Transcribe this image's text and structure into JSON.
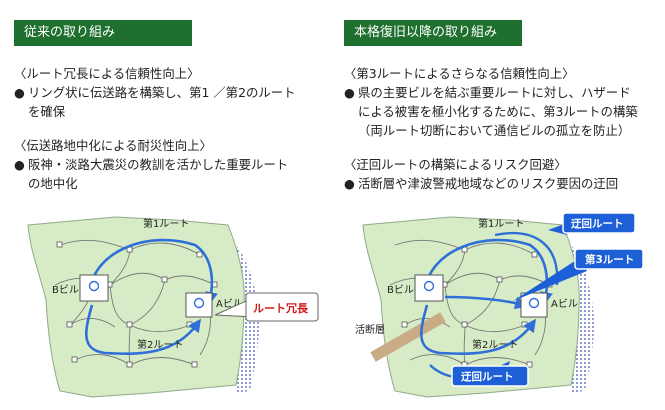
{
  "left": {
    "header": "従来の取り組み",
    "sections": [
      {
        "title": "〈ルート冗長による信頼性向上〉",
        "bullets": [
          [
            "リング状に伝送路を構築し、第1 ／第2のルート",
            "を確保"
          ]
        ]
      },
      {
        "title": "〈伝送路地中化による耐災性向上〉",
        "bullets": [
          [
            "阪神・淡路大震災の教訓を活かした重要ルート",
            "の地中化"
          ]
        ]
      }
    ],
    "diagram": {
      "route1": "第1ルート",
      "route2": "第2ルート",
      "building_b": "Bビル",
      "building_a": "Aビル",
      "callout": "ルート冗長"
    }
  },
  "right": {
    "header": "本格復旧以降の取り組み",
    "sections": [
      {
        "title": "〈第3ルートによるさらなる信頼性向上〉",
        "bullets": [
          [
            "県の主要ビルを結ぶ重要ルートに対し、ハザード",
            "による被害を極小化するために、第3ルートの構築",
            "（両ルート切断において通信ビルの孤立を防止）"
          ]
        ]
      },
      {
        "title": "〈迂回ルートの構築によるリスク回避〉",
        "bullets": [
          [
            "活断層や津波警戒地域などのリスク要因の迂回"
          ]
        ]
      }
    ],
    "diagram": {
      "route1": "第1ルート",
      "route2": "第2ルート",
      "building_b": "Bビル",
      "building_a": "Aビル",
      "detour_top": "迂回ルート",
      "route3": "第3ルート",
      "detour_bottom": "迂回ルート",
      "fault": "活断層"
    }
  },
  "bullet_glyph": "●",
  "colors": {
    "header_bg": "#1f6f2f",
    "land": "#d7ecc6",
    "arrow": "#2f6fd8",
    "callout_text": "#d01818",
    "callout_blue": "#1d5fd6"
  }
}
